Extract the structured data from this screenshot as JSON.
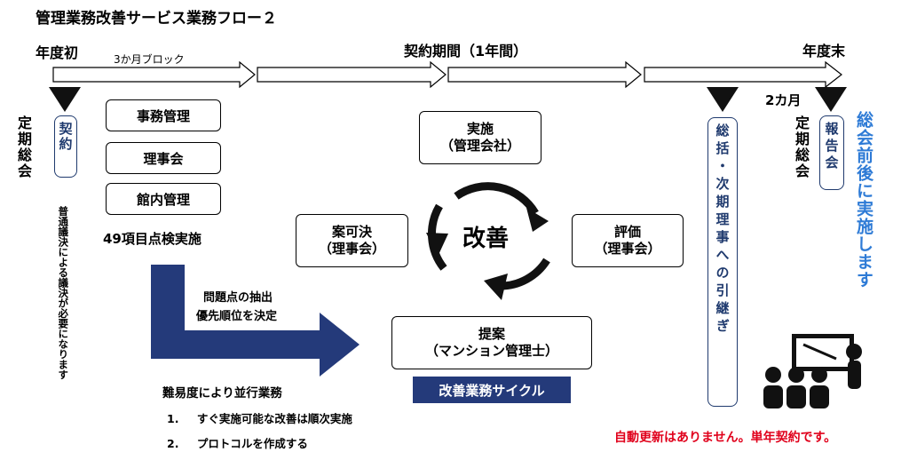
{
  "title": "管理業務改善サービス業務フロー２",
  "timeline": {
    "start_label": "年度初",
    "block_label": "3か月ブロック",
    "period_label": "契約期間（1年間）",
    "end_label": "年度末",
    "two_months_label": "2カ月"
  },
  "left": {
    "teiki_soukai": "定期総会",
    "keiyaku": "契約",
    "resolution_note": "普通議決による議決が必要になります"
  },
  "tasks": {
    "items": [
      "事務管理",
      "理事会",
      "館内管理"
    ],
    "inspection": "49項目点検実施"
  },
  "big_arrow": {
    "line1": "問題点の抽出",
    "line2": "優先順位を決定"
  },
  "difficulty": {
    "heading": "難易度により並行業務",
    "items": [
      {
        "num": "1.",
        "text": "すぐ実施可能な改善は順次実施"
      },
      {
        "num": "2.",
        "text": "プロトコルを作成する"
      }
    ]
  },
  "cycle": {
    "center": "改善",
    "implement": {
      "line1": "実施",
      "line2": "（管理会社）"
    },
    "evaluate": {
      "line1": "評価",
      "line2": "（理事会）"
    },
    "decide": {
      "line1": "案可決",
      "line2": "（理事会）"
    },
    "propose": {
      "line1": "提案",
      "line2": "（マンション管理士）"
    },
    "caption": "改善業務サイクル"
  },
  "right": {
    "handover": "総括・次期理事への引継ぎ",
    "teiki_soukai": "定期総会",
    "report": "報告会",
    "before_meeting": "総会前後に実施します"
  },
  "notice": "自動更新はありません。単年契約です。",
  "colors": {
    "navy": "#1f3a6e",
    "bar_navy": "#243a7a",
    "blue_text": "#2e7bd6",
    "red": "#e0001b"
  }
}
